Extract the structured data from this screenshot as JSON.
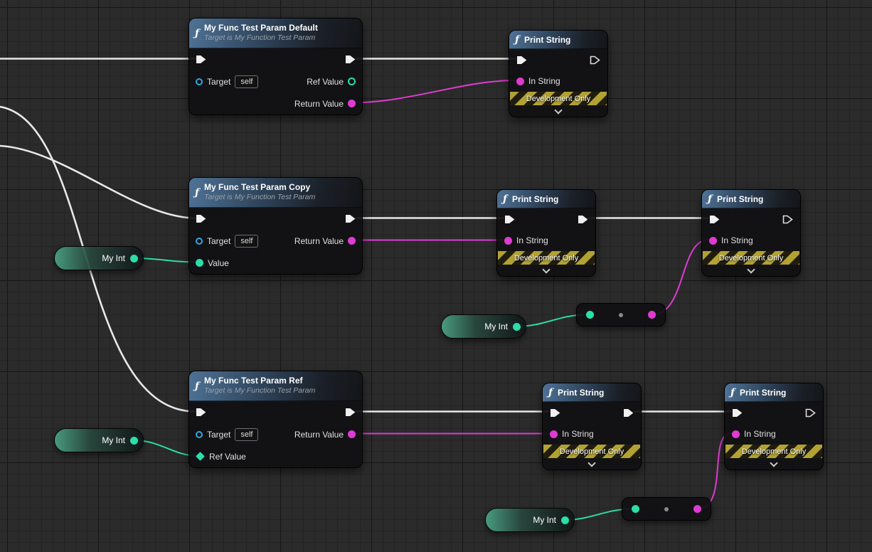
{
  "graph": {
    "colors": {
      "background": "#2b2b2b",
      "exec_wire": "#e8e8e8",
      "string_pin": "#df3bd2",
      "int_pin": "#2bdfa6",
      "object_pin": "#31a7e0",
      "dev_band_stripe": "#b1a233",
      "getter_tint": "#4aa084"
    },
    "func_default": {
      "icon": "ƒ",
      "title": "My Func Test Param Default",
      "subtitle": "Target is My Function Test Param",
      "target_label": "Target",
      "target_value": "self",
      "ref_value_label": "Ref Value",
      "return_value_label": "Return Value"
    },
    "func_copy": {
      "icon": "ƒ",
      "title": "My Func Test Param Copy",
      "subtitle": "Target is My Function Test Param",
      "target_label": "Target",
      "target_value": "self",
      "value_label": "Value",
      "return_value_label": "Return Value"
    },
    "func_ref": {
      "icon": "ƒ",
      "title": "My Func Test Param Ref",
      "subtitle": "Target is My Function Test Param",
      "target_label": "Target",
      "target_value": "self",
      "ref_value_label": "Ref Value",
      "return_value_label": "Return Value"
    },
    "print_string": {
      "icon": "ƒ",
      "title": "Print String",
      "in_string_label": "In String",
      "dev_only_label": "Development Only"
    },
    "my_int": {
      "label": "My Int"
    }
  }
}
